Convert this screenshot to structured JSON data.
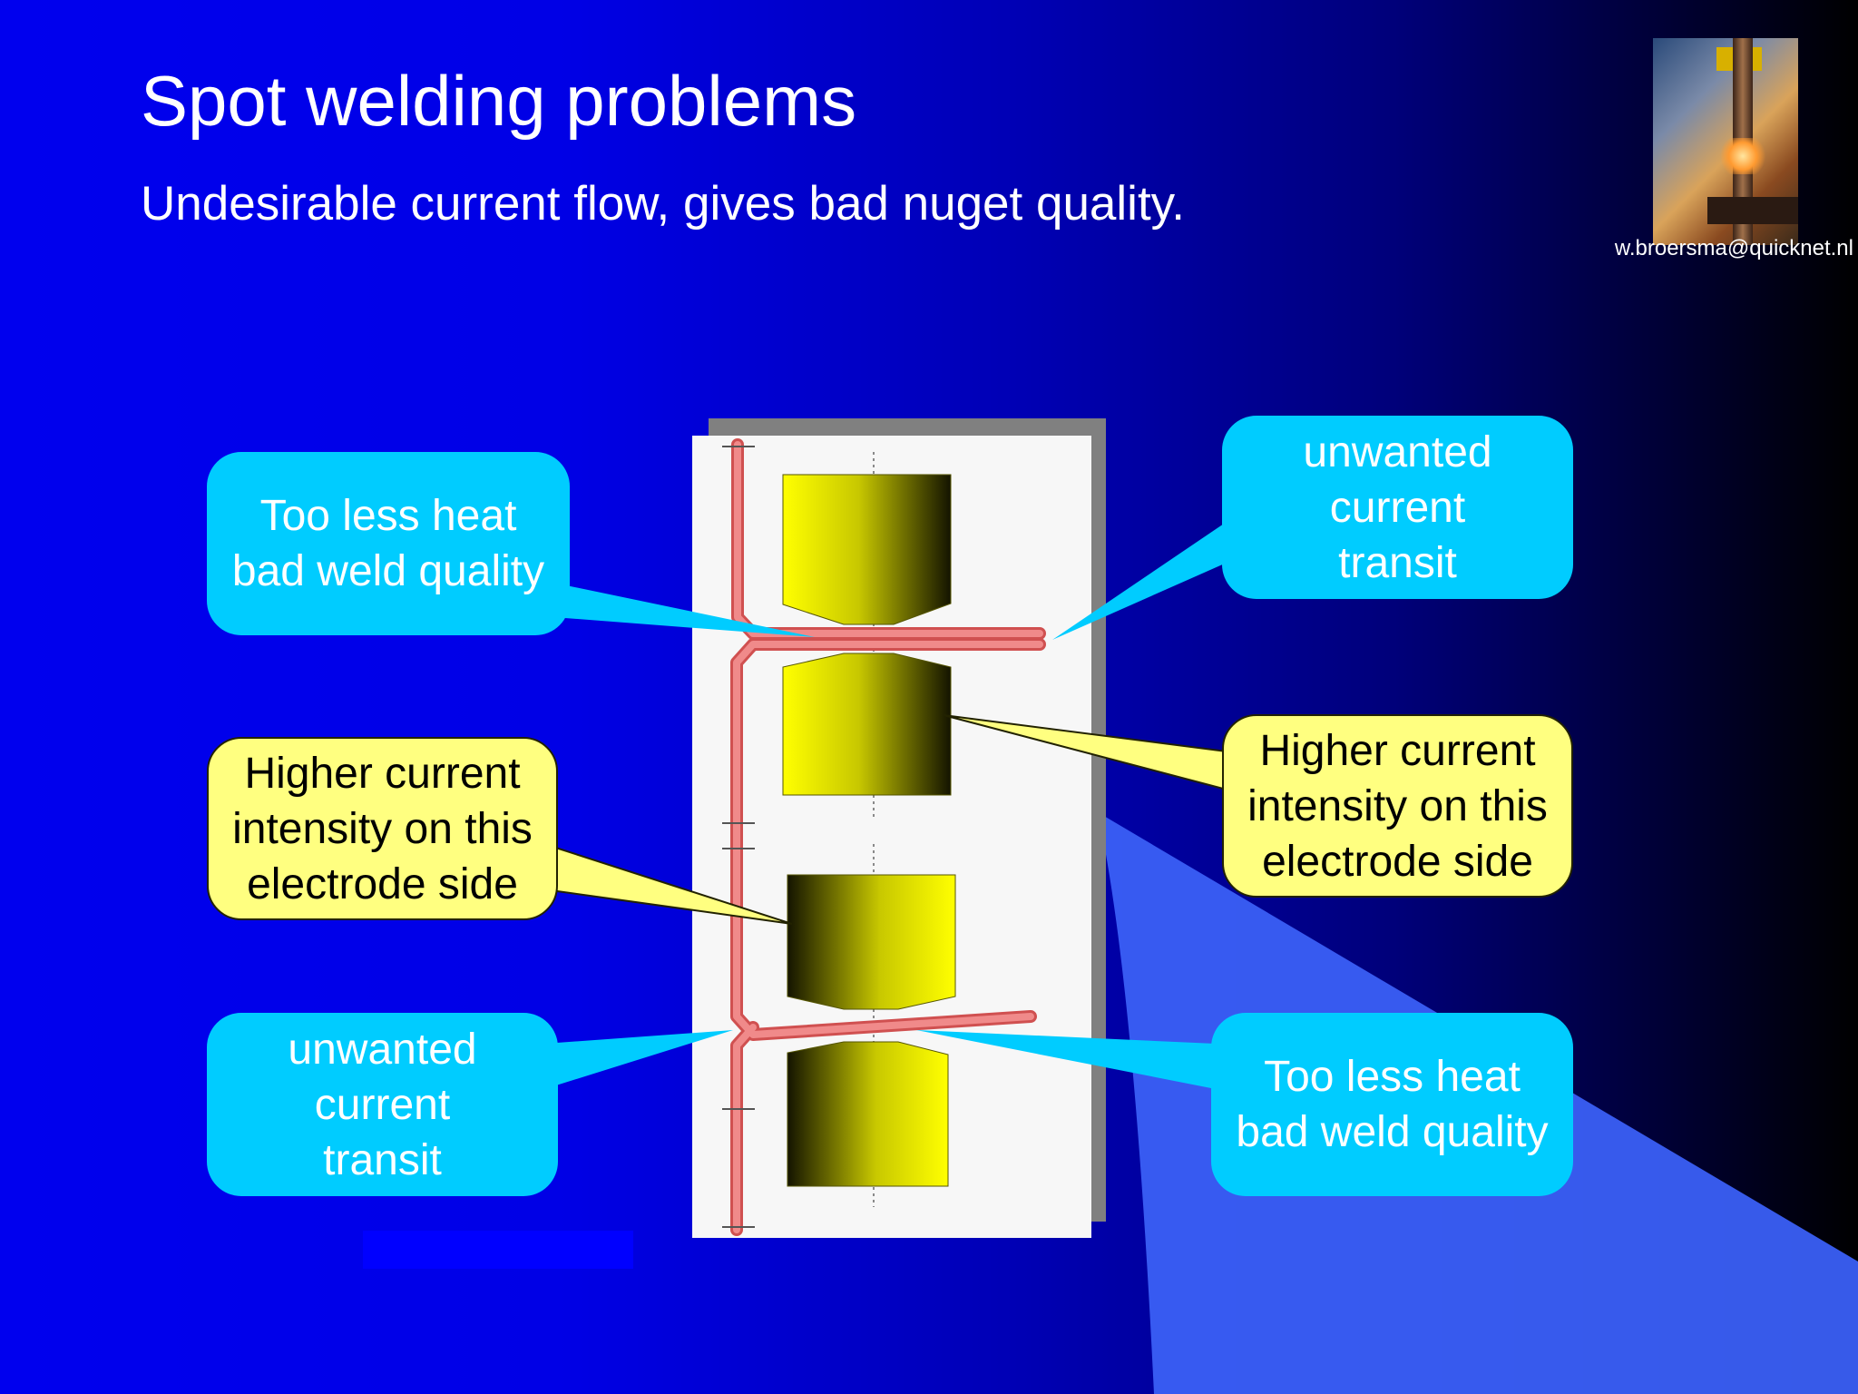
{
  "slide": {
    "title": "Spot welding problems",
    "subtitle": "Undesirable current flow, gives bad nuget quality.",
    "author_email": "w.broersma@quicknet.nl"
  },
  "colors": {
    "callout_cyan": "#00ccff",
    "callout_yellow": "#ffff80",
    "current_path": "#e87070",
    "electrode_yellow": "#ffff00"
  },
  "callouts": {
    "top_left": "Too less heat\nbad weld quality",
    "top_right": "unwanted\n current\n transit",
    "mid_left": "Higher current\nintensity on this\n electrode side",
    "mid_right": "Higher current\nintensity on this\n electrode side",
    "bottom_left": "unwanted\n current\n transit",
    "bottom_right": "Too less heat\nbad weld quality"
  }
}
